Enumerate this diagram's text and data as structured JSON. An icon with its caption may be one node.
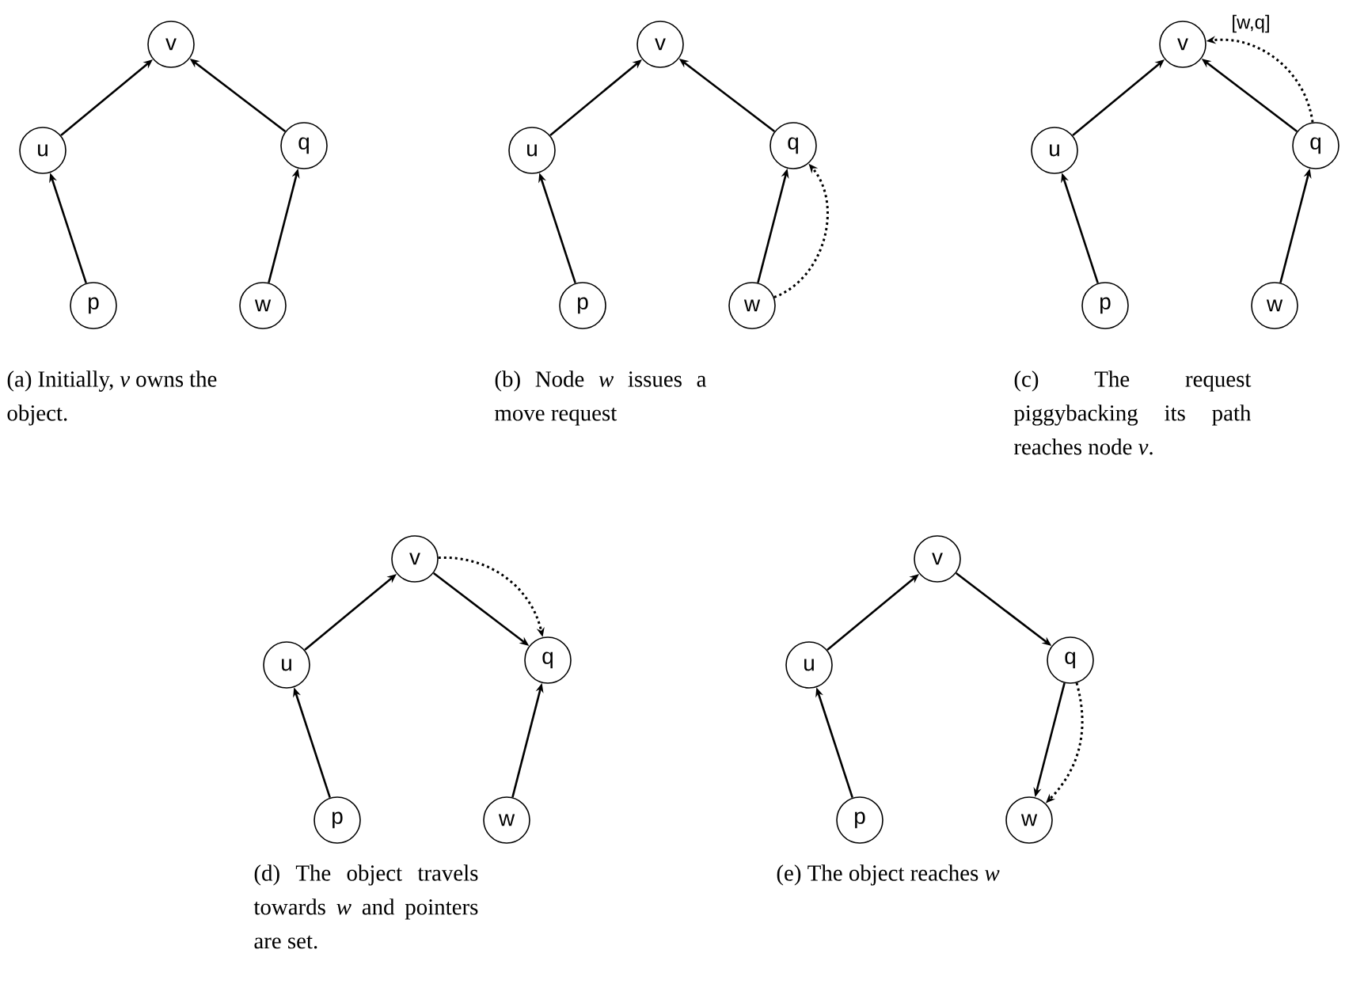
{
  "diagram": {
    "nodes": [
      {
        "text": [
          "v"
        ]
      },
      {
        "text": [
          "u"
        ]
      },
      {
        "text": [
          "q"
        ]
      },
      {
        "text": [
          "p"
        ]
      },
      {
        "text": [
          "w"
        ]
      },
      {
        "text": [
          "v"
        ]
      },
      {
        "text": [
          "u"
        ]
      },
      {
        "text": [
          "q"
        ]
      },
      {
        "text": [
          "p"
        ]
      },
      {
        "text": [
          "w"
        ]
      },
      {
        "text": [
          "v"
        ]
      },
      {
        "text": [
          "u"
        ]
      },
      {
        "text": [
          "q"
        ]
      },
      {
        "text": [
          "p"
        ]
      },
      {
        "text": [
          "w"
        ]
      },
      {
        "text": [
          "v"
        ]
      },
      {
        "text": [
          "u"
        ]
      },
      {
        "text": [
          "q"
        ]
      },
      {
        "text": [
          "p"
        ]
      },
      {
        "text": [
          "w"
        ]
      },
      {
        "text": [
          "v"
        ]
      },
      {
        "text": [
          "u"
        ]
      },
      {
        "text": [
          "q"
        ]
      },
      {
        "text": [
          "p"
        ]
      },
      {
        "text": [
          "w"
        ]
      }
    ],
    "edges": [
      {
        "from": 1,
        "to": 0,
        "arrow": "to"
      },
      {
        "from": 2,
        "to": 0,
        "arrow": "to"
      },
      {
        "from": 3,
        "to": 1,
        "arrow": "to"
      },
      {
        "from": 4,
        "to": 2,
        "arrow": "to"
      },
      {
        "from": 6,
        "to": 5,
        "arrow": "to"
      },
      {
        "from": 7,
        "to": 5,
        "arrow": "to"
      },
      {
        "from": 8,
        "to": 6,
        "arrow": "to"
      },
      {
        "from": 9,
        "to": 7,
        "arrow": "to"
      },
      {
        "from": 9,
        "to": 7,
        "arrow": "to",
        "style": "dashed"
      },
      {
        "from": 11,
        "to": 10,
        "arrow": "to"
      },
      {
        "from": 12,
        "to": 10,
        "arrow": "to"
      },
      {
        "from": 13,
        "to": 11,
        "arrow": "to"
      },
      {
        "from": 14,
        "to": 12,
        "arrow": "to"
      },
      {
        "from": 12,
        "to": 10,
        "arrow": "to",
        "style": "dashed",
        "label": "[w,q]"
      },
      {
        "from": 16,
        "to": 15,
        "arrow": "to"
      },
      {
        "from": 15,
        "to": 17,
        "arrow": "to"
      },
      {
        "from": 18,
        "to": 16,
        "arrow": "to"
      },
      {
        "from": 19,
        "to": 17,
        "arrow": "to"
      },
      {
        "from": 15,
        "to": 17,
        "arrow": "to",
        "style": "dashed"
      },
      {
        "from": 21,
        "to": 20,
        "arrow": "to"
      },
      {
        "from": 20,
        "to": 22,
        "arrow": "to"
      },
      {
        "from": 23,
        "to": 21,
        "arrow": "to"
      },
      {
        "from": 22,
        "to": 24,
        "arrow": "to"
      },
      {
        "from": 22,
        "to": 24,
        "arrow": "to",
        "style": "dashed"
      }
    ],
    "labels": [
      "(a) Initially, *v* owns the object.",
      "(b) Node *w* issues a move request",
      "(c) The request piggybacking its path reaches node *v*.",
      "(d) The object travels towards *w* and pointers are set.",
      "(e) The object reaches *w*"
    ]
  }
}
